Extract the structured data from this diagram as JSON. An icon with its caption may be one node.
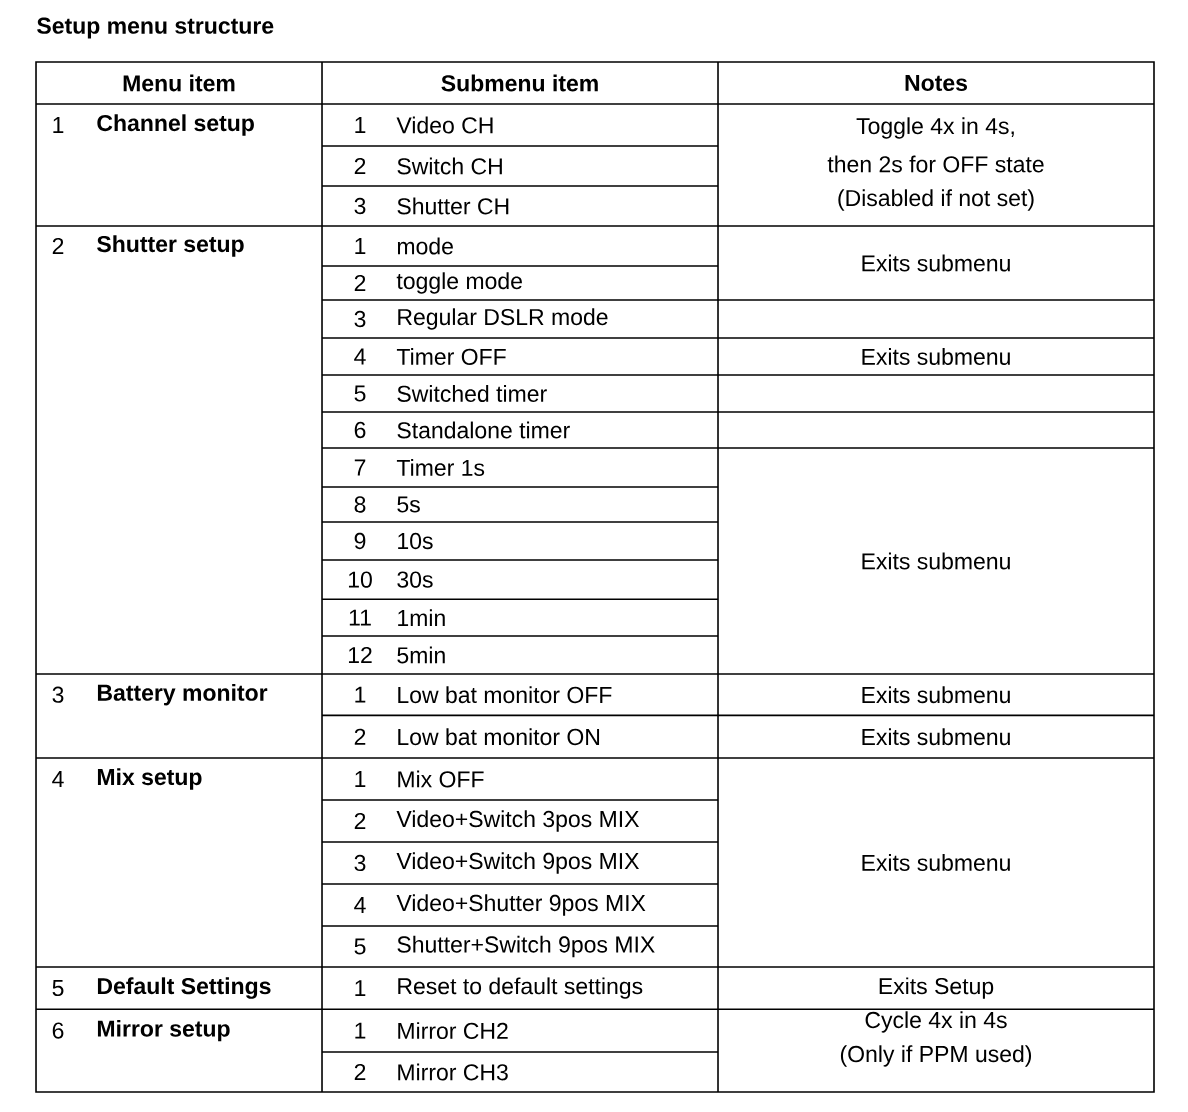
{
  "diagram": {
    "title": "Setup menu structure",
    "labels": [
      "Menu item",
      "Submenu item",
      "Notes",
      "1",
      "Channel setup",
      "1",
      "Video CH",
      "Toggle 4x in 4s,",
      "then 2s for OFF state",
      "(Disabled if not set)",
      "2",
      "Switch CH",
      "3",
      "Shutter CH",
      "2",
      "Shutter setup",
      "1",
      "mode",
      "Exits submenu",
      "2",
      "toggle mode",
      "3",
      "Regular DSLR mode",
      "4",
      "Timer OFF",
      "Exits submenu",
      "5",
      "Switched timer",
      "6",
      "Standalone timer",
      "7",
      "Timer 1s",
      "Exits submenu",
      "8",
      "5s",
      "9",
      "10s",
      "10",
      "30s",
      "11",
      "1min",
      "12",
      "5min",
      "3",
      "Battery monitor",
      "1",
      "Low bat monitor OFF",
      "Exits submenu",
      "2",
      "Low bat monitor ON",
      "Exits submenu",
      "4",
      "Mix setup",
      "1",
      "Mix OFF",
      "Exits submenu",
      "2",
      "Video+Switch 3pos MIX",
      "3",
      "Video+Switch 9pos MIX",
      "4",
      "Video+Shutter 9pos MIX",
      "5",
      "Shutter+Switch 9pos MIX",
      "5",
      "Default Settings",
      "1",
      "Reset to default settings",
      "Exits Setup",
      "6",
      "Mirror setup",
      "1",
      "Mirror CH2",
      "Cycle 4x in 4s",
      "(Only if PPM used)",
      "2",
      "Mirror CH3"
    ]
  }
}
